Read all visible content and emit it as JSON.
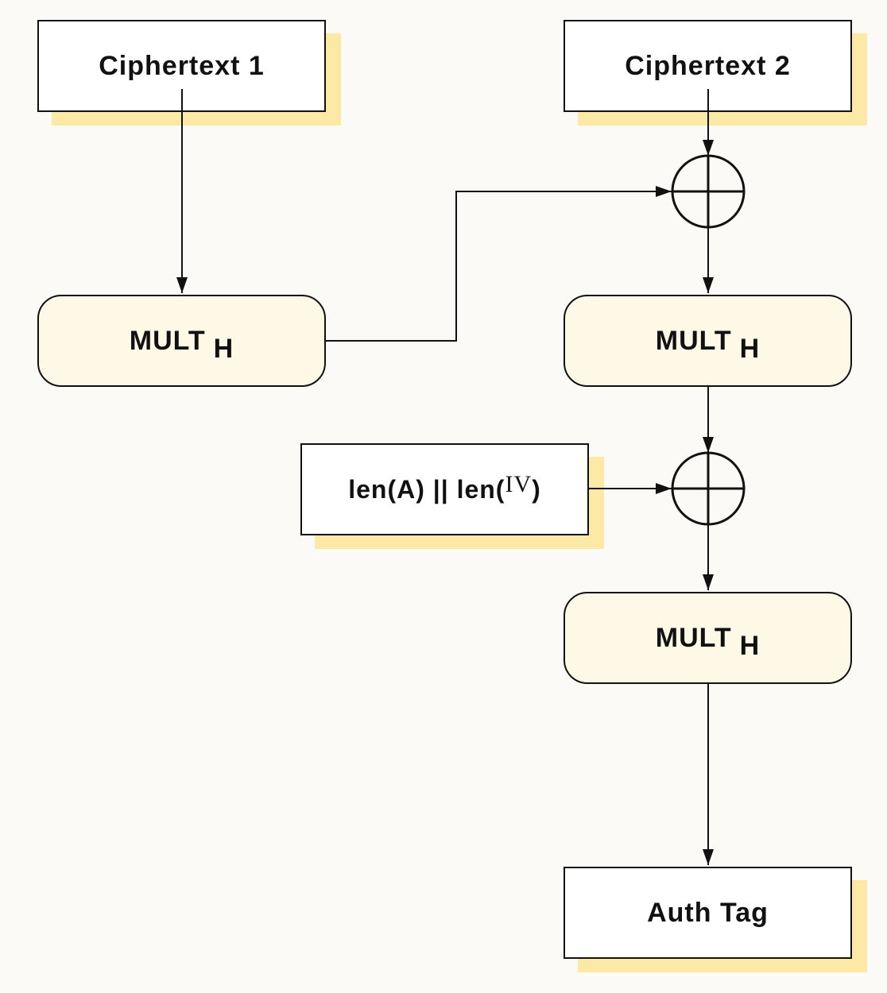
{
  "nodes": {
    "ciphertext1": "Ciphertext 1",
    "ciphertext2": "Ciphertext 2",
    "mult_label": "MULT",
    "mult_sub": "H",
    "len_prefix": "len(A) || len(",
    "len_iv": "IV",
    "len_suffix": ")",
    "auth_tag": "Auth Tag"
  },
  "colors": {
    "shadow": "#fde9a6",
    "mult_fill": "#fdf9e6",
    "stroke": "#111111"
  }
}
